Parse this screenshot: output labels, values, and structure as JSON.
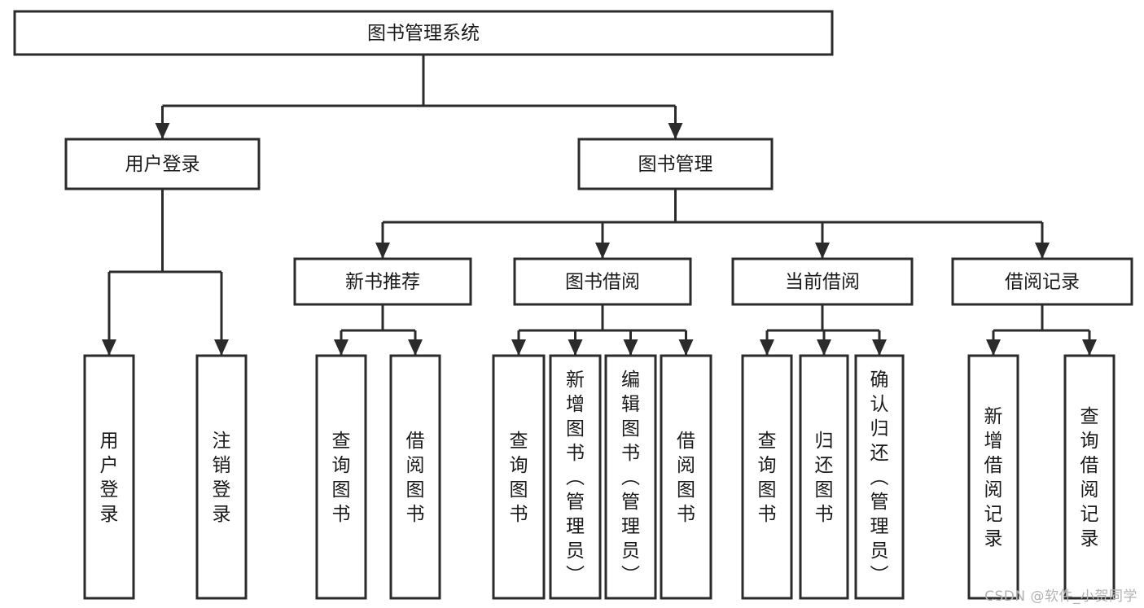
{
  "diagram": {
    "title": "图书管理系统",
    "type": "tree-hierarchy",
    "orientation": "top-down",
    "colors": {
      "box_fill": "#ffffff",
      "box_stroke": "#2b2b2b",
      "text": "#1a1a1a",
      "background": "#ffffff",
      "watermark": "#b3b3b3"
    }
  },
  "nodes": {
    "root": {
      "id": "root",
      "label": "图书管理系统",
      "level": 0,
      "orient": "horizontal"
    },
    "l1": [
      {
        "id": "user-login",
        "label": "用户登录",
        "level": 1,
        "orient": "horizontal"
      },
      {
        "id": "book-manage",
        "label": "图书管理",
        "level": 1,
        "orient": "horizontal"
      }
    ],
    "l2": [
      {
        "id": "new-book-recommend",
        "label": "新书推荐",
        "level": 2,
        "orient": "horizontal",
        "parent": "book-manage"
      },
      {
        "id": "book-borrow",
        "label": "图书借阅",
        "level": 2,
        "orient": "horizontal",
        "parent": "book-manage"
      },
      {
        "id": "current-borrow",
        "label": "当前借阅",
        "level": 2,
        "orient": "horizontal",
        "parent": "book-manage"
      },
      {
        "id": "borrow-record",
        "label": "借阅记录",
        "level": 2,
        "orient": "horizontal",
        "parent": "book-manage"
      }
    ],
    "leaves": [
      {
        "id": "leaf-user-login",
        "label": "用户登录",
        "parent": "user-login",
        "orient": "vertical"
      },
      {
        "id": "leaf-logout-login",
        "label": "注销登录",
        "parent": "user-login",
        "orient": "vertical"
      },
      {
        "id": "leaf-query-book-1",
        "label": "查询图书",
        "parent": "new-book-recommend",
        "orient": "vertical"
      },
      {
        "id": "leaf-borrow-book-1",
        "label": "借阅图书",
        "parent": "new-book-recommend",
        "orient": "vertical"
      },
      {
        "id": "leaf-query-book-2",
        "label": "查询图书",
        "parent": "book-borrow",
        "orient": "vertical"
      },
      {
        "id": "leaf-add-book",
        "label": "新增图书（管理员）",
        "parent": "book-borrow",
        "orient": "vertical"
      },
      {
        "id": "leaf-edit-book",
        "label": "编辑图书（管理员）",
        "parent": "book-borrow",
        "orient": "vertical"
      },
      {
        "id": "leaf-borrow-book-2",
        "label": "借阅图书",
        "parent": "book-borrow",
        "orient": "vertical"
      },
      {
        "id": "leaf-query-book-3",
        "label": "查询图书",
        "parent": "current-borrow",
        "orient": "vertical"
      },
      {
        "id": "leaf-return-book",
        "label": "归还图书",
        "parent": "current-borrow",
        "orient": "vertical"
      },
      {
        "id": "leaf-confirm-return",
        "label": "确认归还（管理员）",
        "parent": "current-borrow",
        "orient": "vertical"
      },
      {
        "id": "leaf-add-record",
        "label": "新增借阅记录",
        "parent": "borrow-record",
        "orient": "vertical"
      },
      {
        "id": "leaf-query-record",
        "label": "查询借阅记录",
        "parent": "borrow-record",
        "orient": "vertical"
      }
    ]
  },
  "watermark": {
    "text": "CSDN @软件_小贺同学"
  }
}
